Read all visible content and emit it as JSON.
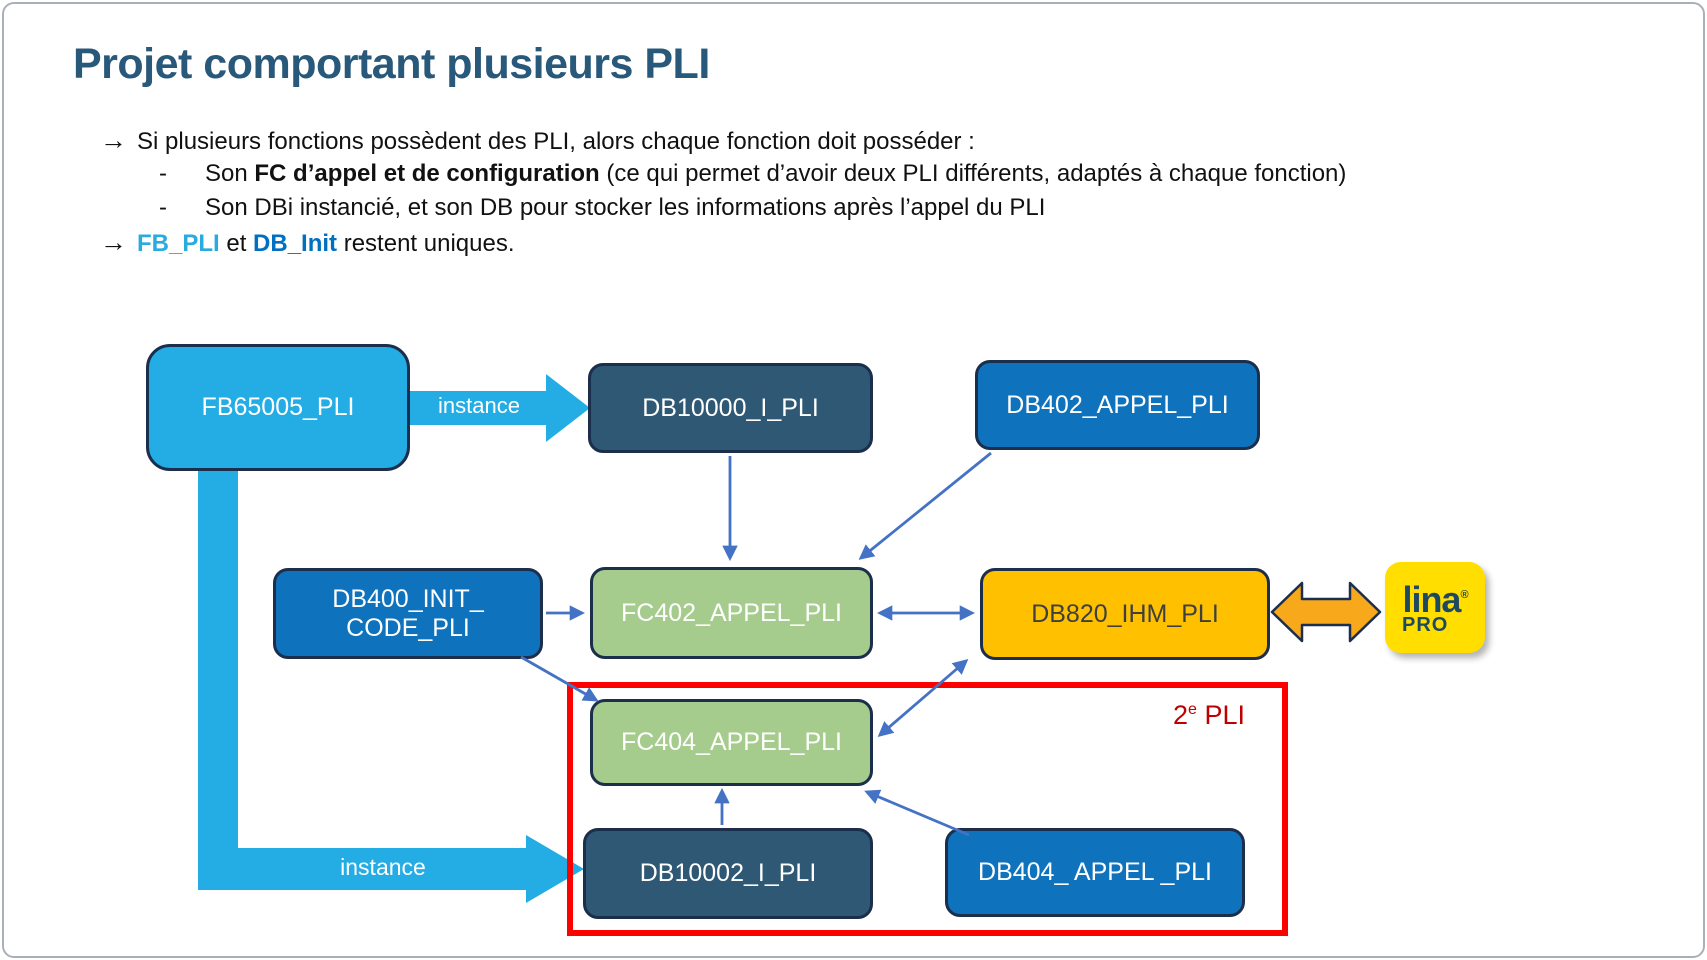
{
  "slide": {
    "title": "Projet comportant plusieurs PLI",
    "bullets": {
      "b1_arrow": "→",
      "b1_text": "Si plusieurs fonctions possèdent des PLI, alors chaque fonction doit posséder :",
      "b2_dash": "-",
      "b2_pre": "Son ",
      "b2_bold": "FC d’appel et de configuration",
      "b2_post": " (ce qui permet d’avoir deux PLI différents, adaptés à chaque fonction)",
      "b3_dash": "-",
      "b3_text": "Son DBi instancié, et son DB pour stocker les informations après l’appel du PLI",
      "b4_arrow": "→",
      "b4_fb": "FB_PLI",
      "b4_mid": " et ",
      "b4_db": "DB_Init",
      "b4_post": " restent uniques."
    }
  },
  "diagram": {
    "nodes": {
      "fb65005": {
        "label": "FB65005_PLI"
      },
      "db10000": {
        "label": "DB10000_I_PLI"
      },
      "db402": {
        "label": "DB402_APPEL_PLI"
      },
      "db400": {
        "label1": "DB400_INIT_",
        "label2": "CODE_PLI"
      },
      "fc402": {
        "label": "FC402_APPEL_PLI"
      },
      "db820": {
        "label": "DB820_IHM_PLI"
      },
      "fc404": {
        "label": "FC404_APPEL_PLI"
      },
      "db10002": {
        "label": "DB10002_I_PLI"
      },
      "db404": {
        "label": "DB404_ APPEL _PLI"
      }
    },
    "instance_top": "instance",
    "instance_bottom": "instance",
    "second_pli": {
      "base": "2",
      "sup": "e",
      "rest": " PLI"
    }
  },
  "logo": {
    "word": "lina",
    "reg": "®",
    "sub": "PRO"
  },
  "colors": {
    "title": "#28587A",
    "cyan_block": "#24ACE5",
    "navy_block": "#2E5874",
    "blue_block": "#0F72BC",
    "green_block": "#A5CC8C",
    "orange_block": "#FFC000",
    "logo_yellow": "#FFDE00",
    "connector_blue": "#4472C4",
    "highlight_red": "#FB0200",
    "second_pli_red": "#C00000",
    "fb_pli_text": "#29ABE2",
    "db_init_text": "#0070C0"
  }
}
